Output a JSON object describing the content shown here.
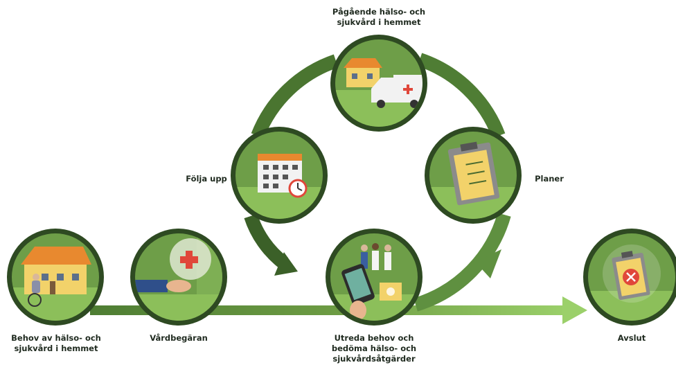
{
  "steps": {
    "behov": "Behov av hälso- och\nsjukvård i hemmet",
    "vardbegaran": "Vårdbegäran",
    "utreda": "Utreda behov och\nbedöma hälso- och\nsjukvårdsåtgärder",
    "planer": "Planer",
    "pagaende": "Pågående hälso- och\nsjukvård i hemmet",
    "folja": "Följa upp",
    "avslut": "Avslut"
  },
  "icons": {
    "behov": "house-with-wheelchair-user-icon",
    "vardbegaran": "hand-with-medical-cross-speech-bubble-icon",
    "utreda": "phone-with-care-staff-icon",
    "planer": "clipboard-checklist-icon",
    "pagaende": "house-with-ambulance-icon",
    "folja": "calendar-with-clock-icon",
    "avslut": "clipboard-with-cancel-mark-icon"
  },
  "colors": {
    "dark_green": "#3f6b2c",
    "mid_green": "#5a8a3c",
    "light_green": "#8cbf5a",
    "house_yellow": "#f2d26a",
    "roof_orange": "#e8892f",
    "cross_red": "#e0473a",
    "sleeve_blue": "#2f4f8a"
  }
}
